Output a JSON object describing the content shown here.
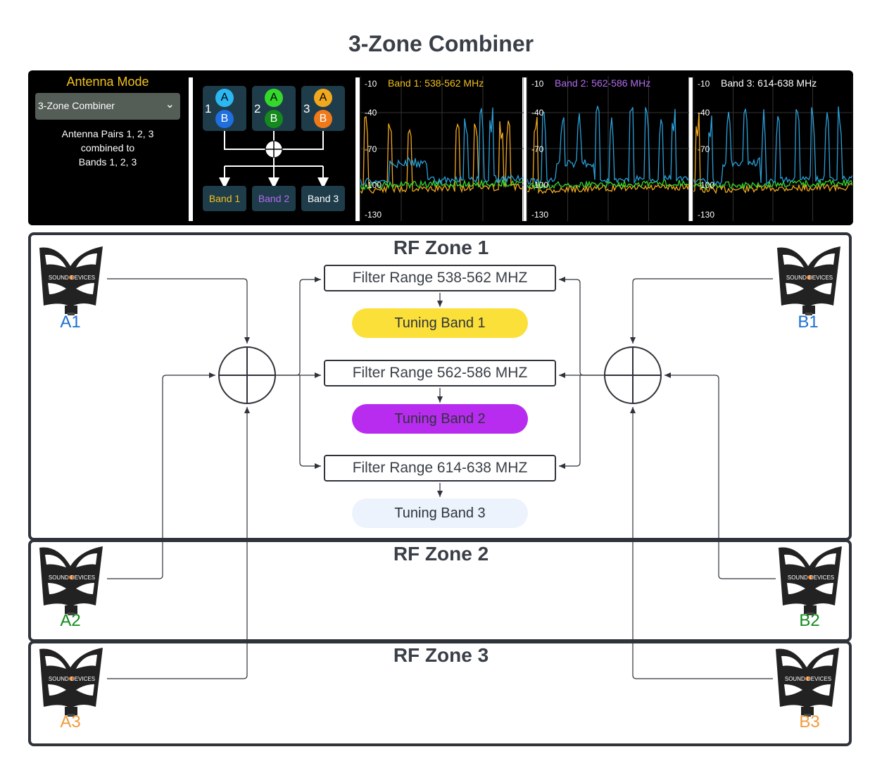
{
  "title": "3-Zone Combiner",
  "panel": {
    "mode_header": "Antenna Mode",
    "mode_selected": "3-Zone Combiner",
    "mode_desc_1": "Antenna Pairs 1, 2, 3",
    "mode_desc_2": "combined to",
    "mode_desc_3": "Bands 1, 2, 3",
    "pairs": [
      {
        "num": "1",
        "a": "A",
        "b": "B",
        "a_color": "#2bb7f2",
        "b_color": "#1f6fe0"
      },
      {
        "num": "2",
        "a": "A",
        "b": "B",
        "a_color": "#34d82b",
        "b_color": "#138a1b"
      },
      {
        "num": "3",
        "a": "A",
        "b": "B",
        "a_color": "#f2a81e",
        "b_color": "#f07a1a"
      }
    ],
    "bands": [
      {
        "label": "Band 1",
        "color": "#f2c11e"
      },
      {
        "label": "Band 2",
        "color": "#b36cf0"
      },
      {
        "label": "Band 3",
        "color": "#ffffff"
      }
    ],
    "spectrums": [
      {
        "title": "Band 1: 538-562 MHz",
        "color": "#f2c11e",
        "ticks": [
          "-10",
          "-40",
          "-70",
          "-100",
          "-130"
        ]
      },
      {
        "title": "Band 2: 562-586 MHz",
        "color": "#b36cf0",
        "ticks": [
          "-10",
          "-40",
          "-70",
          "-100",
          "-130"
        ]
      },
      {
        "title": "Band 3: 614-638 MHz",
        "color": "#ffffff",
        "ticks": [
          "-10",
          "-40",
          "-70",
          "-100",
          "-130"
        ]
      }
    ]
  },
  "zones": [
    {
      "title": "RF Zone 1"
    },
    {
      "title": "RF Zone 2"
    },
    {
      "title": "RF Zone 3"
    }
  ],
  "filters": [
    {
      "label": "Filter Range 538-562 MHZ"
    },
    {
      "label": "Filter Range 562-586 MHZ"
    },
    {
      "label": "Filter Range 614-638 MHZ"
    }
  ],
  "tuning": [
    {
      "label": "Tuning Band 1",
      "color": "#fbe03a"
    },
    {
      "label": "Tuning Band 2",
      "color": "#b82cf0"
    },
    {
      "label": "Tuning Band 3",
      "color": "#ecf3fc"
    }
  ],
  "antennas": [
    {
      "label": "A1",
      "color": "#1c6fd1"
    },
    {
      "label": "B1",
      "color": "#1c6fd1"
    },
    {
      "label": "A2",
      "color": "#138a1b"
    },
    {
      "label": "B2",
      "color": "#138a1b"
    },
    {
      "label": "A3",
      "color": "#f29a3a"
    },
    {
      "label": "B3",
      "color": "#f29a3a"
    }
  ],
  "antenna_logo": {
    "brand_1": "SOUND",
    "brand_2": "DEVICES"
  }
}
